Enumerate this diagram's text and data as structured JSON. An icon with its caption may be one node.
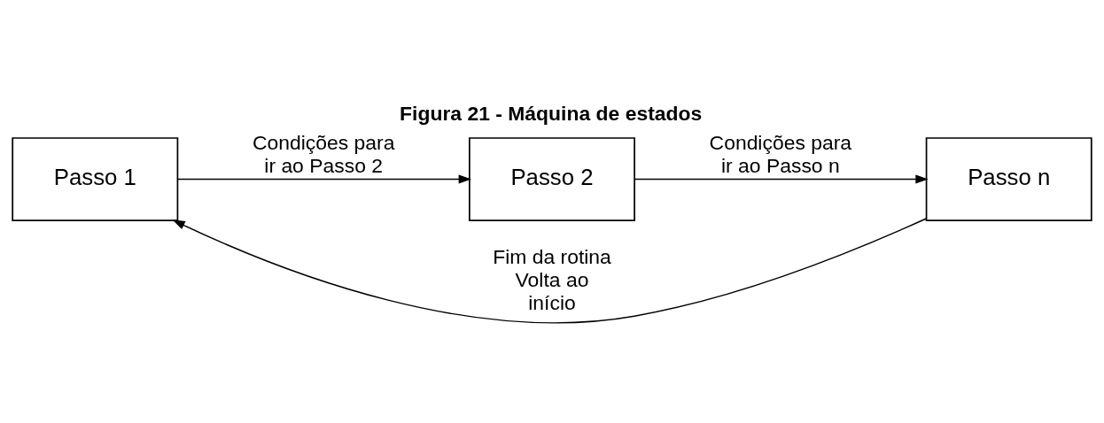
{
  "diagram": {
    "title": "Figura 21 - Máquina de estados",
    "nodes": [
      {
        "text": [
          "Passo 1"
        ]
      },
      {
        "text": [
          "Passo 2"
        ]
      },
      {
        "text": [
          "Passo n"
        ]
      }
    ],
    "edges": [
      {
        "from": 0,
        "to": 1,
        "arrow": "to",
        "label": "Condições para ir ao Passo 2"
      },
      {
        "from": 1,
        "to": 2,
        "arrow": "to",
        "label": "Condições para ir ao Passo n"
      },
      {
        "from": 2,
        "to": 0,
        "arrow": "to",
        "label": "Fim da rotina Volta ao início"
      }
    ]
  }
}
